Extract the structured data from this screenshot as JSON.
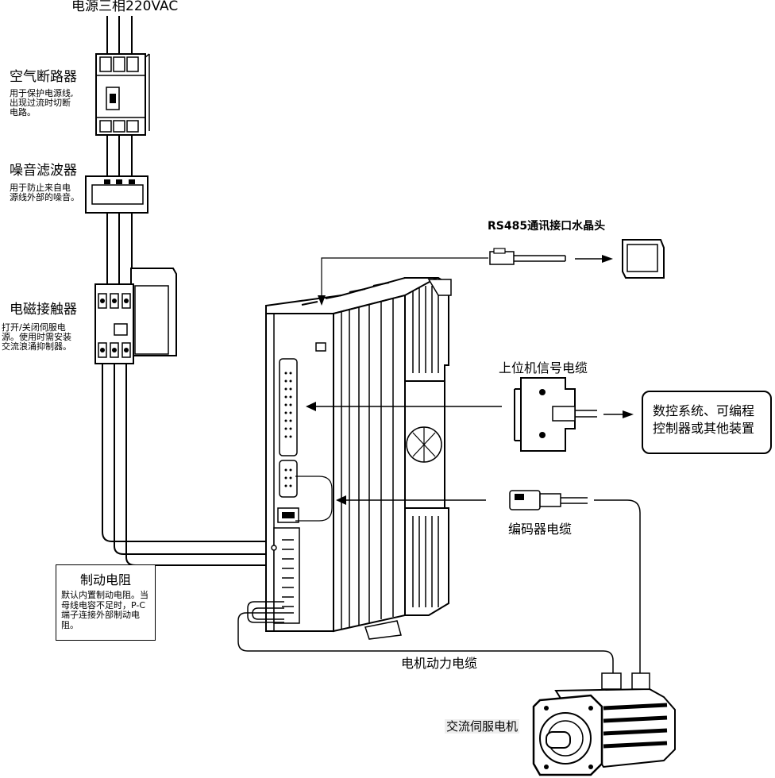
{
  "labels": {
    "power_input": "电源三相220VAC",
    "breaker_title": "空气断路器",
    "breaker_desc": [
      "用于保护电源线,",
      "出现过流时切断",
      "电路。"
    ],
    "filter_title": "噪音滤波器",
    "filter_desc": [
      "用于防止来自电",
      "源线外部的噪音。"
    ],
    "contactor_title": "电磁接触器",
    "contactor_desc": [
      "打开/关闭伺服电",
      "源。使用时需安装",
      "交流浪涌抑制器。"
    ],
    "rs485": "RS485通讯接口水晶头",
    "signal_cable": "上位机信号电缆",
    "cnc_line1": "数控系统、可编程",
    "cnc_line2": "控制器或其他装置",
    "encoder_cable": "编码器电缆",
    "brake_title": "制动电阻",
    "brake_desc": "默认内置制动电阻。当母线电容不足时，P-C端子连接外部制动电阻。",
    "power_cable": "电机动力电缆",
    "servo_motor": "交流伺服电机"
  }
}
